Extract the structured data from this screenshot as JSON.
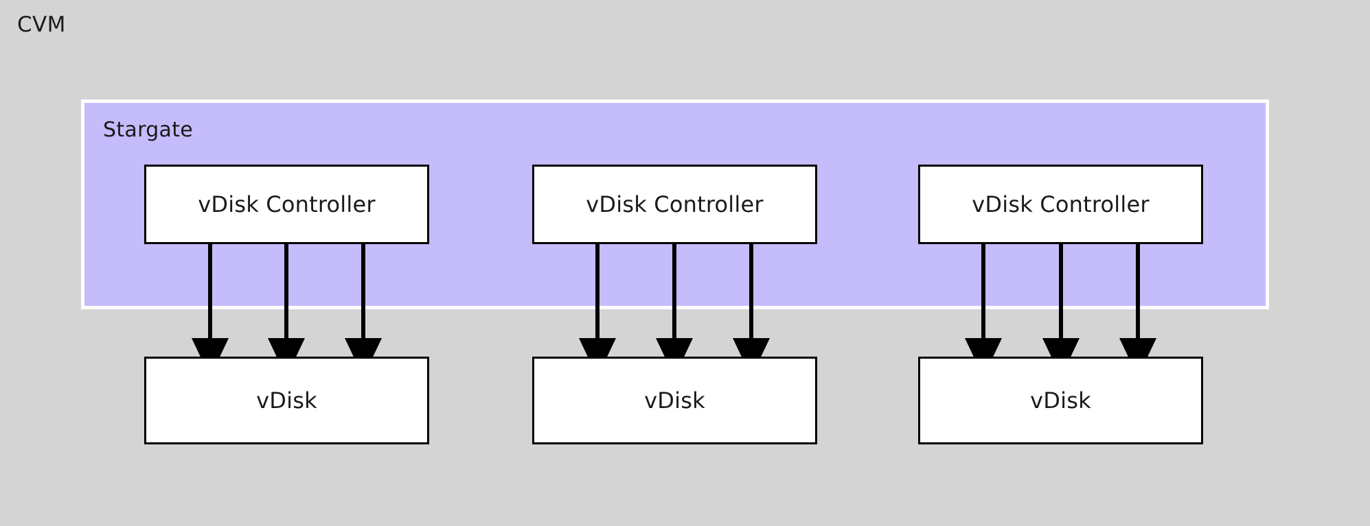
{
  "diagram": {
    "title": "CVM",
    "background_color": "#d4d4d4",
    "container": {
      "label": "Stargate",
      "fill_color": "#c5bcfc",
      "border_color": "#ffffff"
    },
    "groups": [
      {
        "controller_label": "vDisk Controller",
        "vdisk_label": "vDisk",
        "arrow_count": 3
      },
      {
        "controller_label": "vDisk Controller",
        "vdisk_label": "vDisk",
        "arrow_count": 3
      },
      {
        "controller_label": "vDisk Controller",
        "vdisk_label": "vDisk",
        "arrow_count": 3
      }
    ],
    "box_style": {
      "fill_color": "#ffffff",
      "border_color": "#000000"
    },
    "arrow_color": "#000000"
  }
}
